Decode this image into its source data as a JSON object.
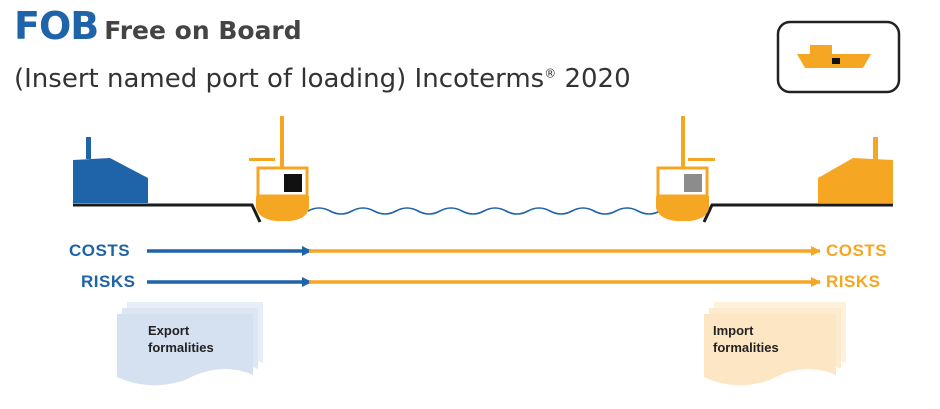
{
  "title": {
    "main": "FOB",
    "sub": "Free on Board"
  },
  "subtitle": {
    "text": "(Insert named port of loading) Incoterms",
    "reg": "®",
    "year": " 2020"
  },
  "labels": {
    "costs_left": "COSTS",
    "risks_left": "RISKS",
    "costs_right": "COSTS",
    "risks_right": "RISKS"
  },
  "documents": {
    "export_line1": "Export",
    "export_line2": "formalities",
    "import_line1": "Import",
    "import_line2": "formalities"
  },
  "colors": {
    "seller_blue": "#1f63a8",
    "buyer_orange": "#f5a623",
    "text_dark": "#333333",
    "export_doc": "#d5e1f0",
    "import_doc": "#fde6c4"
  },
  "icons": [
    "ship-badge-icon",
    "seller-warehouse-icon",
    "buyer-warehouse-icon",
    "origin-ship-icon",
    "destination-ship-icon",
    "sea-waves-icon",
    "document-stack-icon"
  ]
}
